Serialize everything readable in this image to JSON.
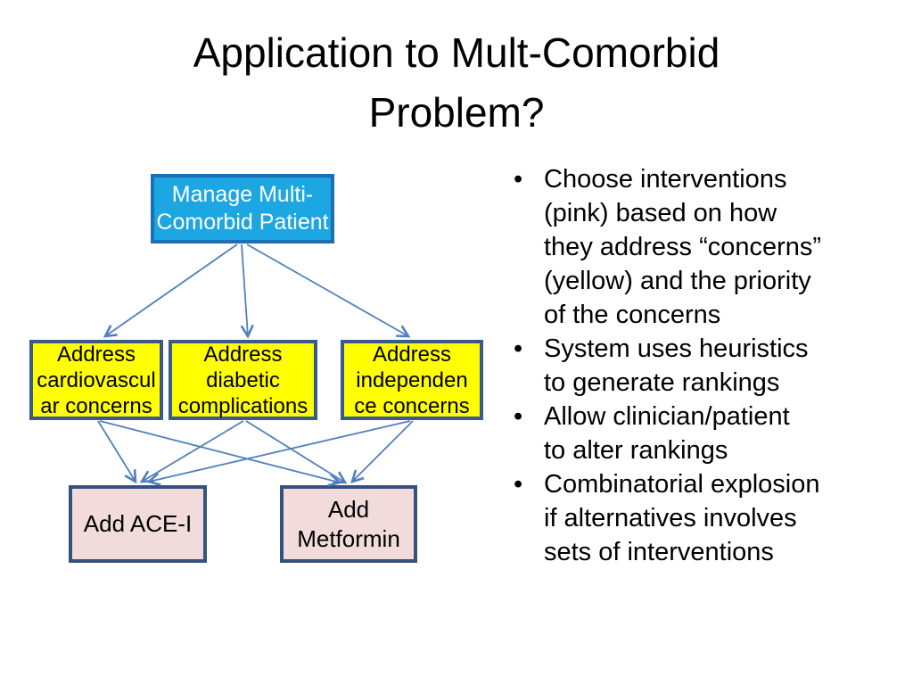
{
  "slide": {
    "title_line1": "Application to Mult-Comorbid",
    "title_line2": "Problem?"
  },
  "diagram": {
    "root": {
      "lines": [
        "Manage Multi-",
        "Comorbid Patient"
      ]
    },
    "concerns": [
      {
        "id": "cardiovascular",
        "lines": [
          "Address",
          "cardiovascul",
          "ar concerns"
        ]
      },
      {
        "id": "diabetic",
        "lines": [
          "Address",
          "diabetic",
          "complications"
        ]
      },
      {
        "id": "independence",
        "lines": [
          "Address",
          "independen",
          "ce concerns"
        ]
      }
    ],
    "interventions": [
      {
        "id": "ace",
        "lines": [
          "Add ACE-I"
        ]
      },
      {
        "id": "metformin",
        "lines": [
          "Add",
          "Metformin"
        ]
      }
    ],
    "colors": {
      "root_fill": "#1CA6E2",
      "root_border": "#1B6FB5",
      "root_text": "#FFFFFF",
      "concern_fill": "#FFFF00",
      "concern_border": "#3A5A8C",
      "intervention_fill": "#F2DCDB",
      "intervention_border": "#37517E",
      "arrow": "#5180BE",
      "title_text": "#000000"
    }
  },
  "bullets": {
    "marker": "•",
    "items": [
      {
        "lines": [
          "Choose interventions",
          "(pink) based on how",
          "they address “concerns”",
          "(yellow) and the priority",
          "of the concerns"
        ]
      },
      {
        "lines": [
          "System uses heuristics",
          "to generate rankings"
        ]
      },
      {
        "lines": [
          "Allow clinician/patient",
          "to alter rankings"
        ]
      },
      {
        "lines": [
          "Combinatorial explosion",
          "if alternatives involves",
          "sets of interventions"
        ]
      }
    ]
  }
}
